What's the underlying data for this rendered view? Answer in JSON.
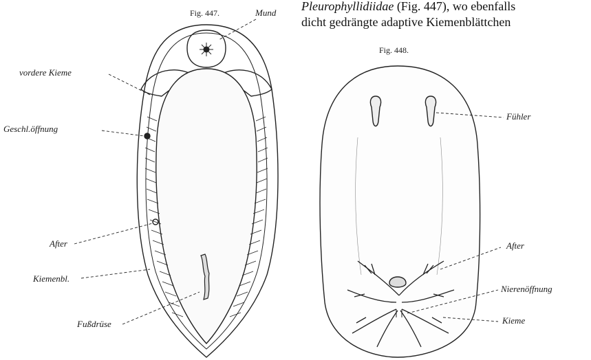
{
  "text": {
    "line1_italic": "Pleurophyllidiidae",
    "line1_rest": " (Fig. 447), wo ebenfalls",
    "line2": "dicht gedrängte adaptive Kiemenblättchen"
  },
  "fig447": {
    "caption": "Fig. 447.",
    "labels": {
      "mund": "Mund",
      "vordere_kieme": "vordere Kieme",
      "geschl": "Geschl.öffnung",
      "after": "After",
      "kiemenbl": "Kiemenbl.",
      "fussdruese": "Fußdrüse"
    }
  },
  "fig448": {
    "caption": "Fig. 448.",
    "labels": {
      "fuehler": "Fühler",
      "after": "After",
      "nieren": "Nierenöffnung",
      "kieme": "Kieme"
    }
  }
}
